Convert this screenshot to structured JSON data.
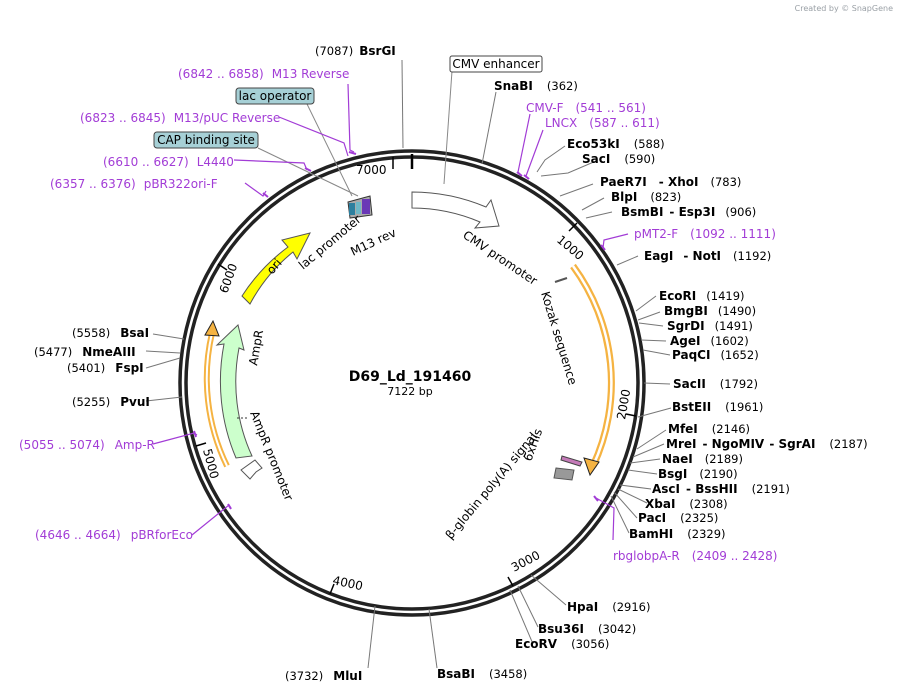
{
  "credit": "Created by © SnapGene",
  "map": {
    "name": "D69_Ld_191460",
    "size": "7122 bp"
  },
  "ticks": [
    "1000",
    "2000",
    "3000",
    "4000",
    "5000",
    "6000",
    "7000"
  ],
  "enzymes": [
    {
      "pos": "(7087)",
      "name": "BsrGI"
    },
    {
      "name": "SnaBI",
      "pos": "(362)"
    },
    {
      "name": "Eco53kI",
      "pos": "(588)"
    },
    {
      "name": "SacI",
      "pos": "(590)"
    },
    {
      "name": "PaeR7I",
      "name2": "XhoI",
      "pos": "(783)"
    },
    {
      "name": "BlpI",
      "pos": "(823)"
    },
    {
      "name": "BsmBI",
      "name2": "Esp3I",
      "pos": "(906)"
    },
    {
      "name": "EagI",
      "name2": "NotI",
      "pos": "(1192)"
    },
    {
      "name": "EcoRI",
      "pos": "(1419)"
    },
    {
      "name": "BmgBI",
      "pos": "(1490)"
    },
    {
      "name": "SgrDI",
      "pos": "(1491)"
    },
    {
      "name": "AgeI",
      "pos": "(1602)"
    },
    {
      "name": "PaqCI",
      "pos": "(1652)"
    },
    {
      "name": "SacII",
      "pos": "(1792)"
    },
    {
      "name": "BstEII",
      "pos": "(1961)"
    },
    {
      "name": "MfeI",
      "pos": "(2146)"
    },
    {
      "name": "MreI",
      "name2": "NgoMIV",
      "name3": "SgrAI",
      "pos": "(2187)"
    },
    {
      "name": "NaeI",
      "pos": "(2189)"
    },
    {
      "name": "BsgI",
      "pos": "(2190)"
    },
    {
      "name": "AscI",
      "name2": "BssHII",
      "pos": "(2191)"
    },
    {
      "name": "XbaI",
      "pos": "(2308)"
    },
    {
      "name": "PacI",
      "pos": "(2325)"
    },
    {
      "name": "BamHI",
      "pos": "(2329)"
    },
    {
      "name": "HpaI",
      "pos": "(2916)"
    },
    {
      "name": "Bsu36I",
      "pos": "(3042)"
    },
    {
      "name": "EcoRV",
      "pos": "(3056)"
    },
    {
      "name": "BsaBI",
      "pos": "(3458)"
    },
    {
      "pos": "(3732)",
      "name": "MluI"
    },
    {
      "pos": "(5255)",
      "name": "PvuI"
    },
    {
      "pos": "(5401)",
      "name": "FspI"
    },
    {
      "pos": "(5477)",
      "name": "NmeAIII"
    },
    {
      "pos": "(5558)",
      "name": "BsaI"
    }
  ],
  "primers": [
    {
      "range": "(6842 .. 6858)",
      "name": "M13 Reverse"
    },
    {
      "range": "(6823 .. 6845)",
      "name": "M13/pUC Reverse"
    },
    {
      "range": "(6610 .. 6627)",
      "name": "L4440"
    },
    {
      "range": "(6357 .. 6376)",
      "name": "pBR322ori-F"
    },
    {
      "name": "CMV-F",
      "range": "(541 .. 561)"
    },
    {
      "name": "LNCX",
      "range": "(587 .. 611)"
    },
    {
      "name": "pMT2-F",
      "range": "(1092 .. 1111)"
    },
    {
      "name": "rbglobpA-R",
      "range": "(2409 .. 2428)"
    },
    {
      "range": "(5055 .. 5074)",
      "name": "Amp-R"
    },
    {
      "range": "(4646 .. 4664)",
      "name": "pBRforEco"
    }
  ],
  "boxed_features": [
    "CMV enhancer",
    "lac operator",
    "CAP binding site"
  ],
  "features": {
    "cmv_promoter": "CMV promoter",
    "kozak": "Kozak sequence",
    "his": "6xHis",
    "polya": "β-globin poly(A) signal",
    "ori": "ori",
    "ampr": "AmpR",
    "ampr_promoter": "AmpR promoter",
    "lac_promoter": "lac promoter",
    "m13_rev": "M13 rev"
  },
  "colors": {
    "primer": "#a23cd6",
    "ori": "#ffff00",
    "ampr": "#ccffcc",
    "orf": "#f5b342",
    "box": "#a6d0d6",
    "backbone": "#222222"
  }
}
